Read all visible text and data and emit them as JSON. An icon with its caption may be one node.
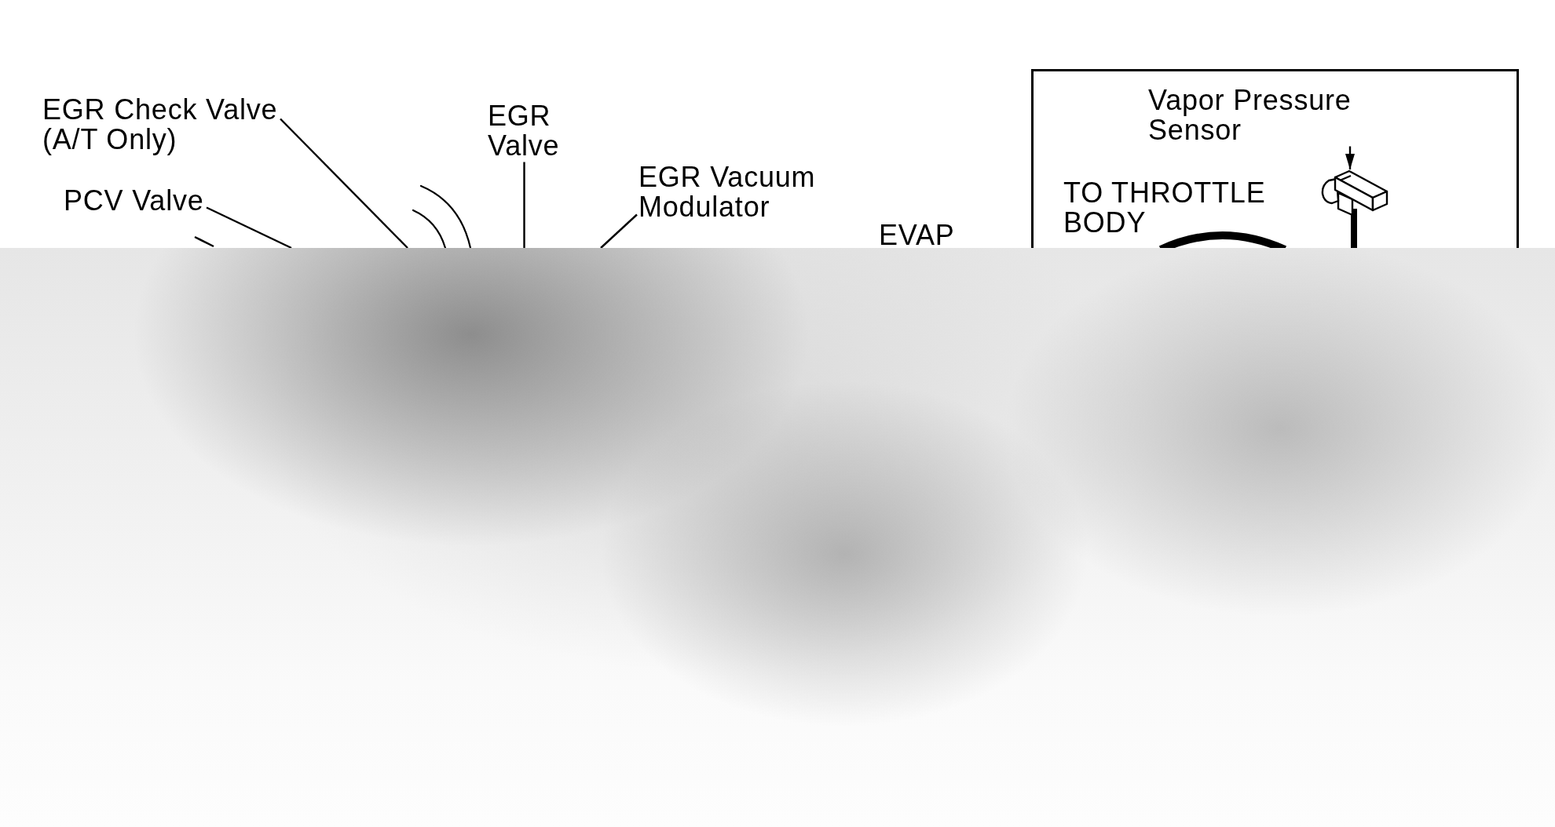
{
  "diagram": {
    "nodes": [
      {
        "text": [
          "EGR Check Valve (A/T Only)"
        ]
      },
      {
        "text": [
          "PCV Valve"
        ]
      },
      {
        "text": [
          "EGR Valve"
        ]
      },
      {
        "text": [
          "EGR Vacuum Modulator"
        ]
      },
      {
        "text": [],
        "shape": "box"
      },
      {
        "text": [
          "Vapor Pressure Sensor"
        ],
        "in": 4
      },
      {
        "text": [],
        "shape": "picture",
        "in": 4
      }
    ],
    "edges": [
      {
        "from": 0,
        "to": null,
        "arrow": "none"
      },
      {
        "from": 1,
        "to": null,
        "arrow": "none"
      },
      {
        "from": 2,
        "to": null,
        "arrow": "none"
      },
      {
        "from": 3,
        "to": null,
        "arrow": "none"
      },
      {
        "from": 5,
        "to": 6,
        "arrow": "to"
      }
    ],
    "labels": [
      "EVAP",
      "TO THROTTLE BODY"
    ]
  }
}
